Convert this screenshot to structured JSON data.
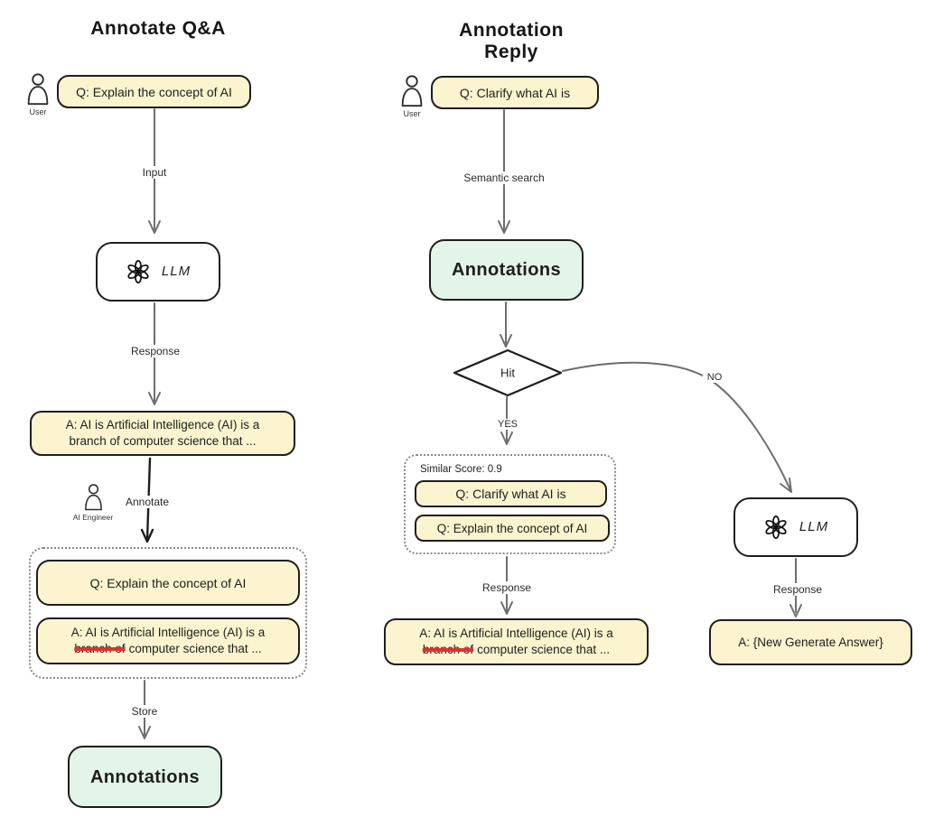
{
  "left_flow": {
    "title": "Annotate Q&A",
    "user_label": "User",
    "question_box": "Q: Explain the concept of AI",
    "input_label": "Input",
    "llm_label": "LLM",
    "response_label": "Response",
    "answer_line1": "A: AI is Artificial Intelligence (AI) is a",
    "answer_line2": "branch of computer science that ...",
    "engineer_label": "AI Engineer",
    "annotate_label": "Annotate",
    "annotated_question": "Q: Explain the concept of AI",
    "annotated_answer_line1": "A: AI is Artificial Intelligence (AI) is a",
    "annotated_answer_strike": "branch of",
    "annotated_answer_rest": "computer science that ...",
    "store_label": "Store",
    "annotations_label": "Annotations"
  },
  "right_flow": {
    "title": "Annotation Reply",
    "user_label": "User",
    "question_box": "Q: Clarify what AI is",
    "semantic_label": "Semantic search",
    "annotations_label": "Annotations",
    "hit_label": "Hit",
    "yes_label": "YES",
    "no_label": "NO",
    "similar_score_label": "Similar Score: 0.9",
    "match_question_1": "Q: Clarify what AI is",
    "match_question_2": "Q: Explain the concept of AI",
    "response_label": "Response",
    "answer_line1": "A: AI is Artificial Intelligence (AI) is a",
    "answer_strike": "branch of",
    "answer_rest": "computer science that ...",
    "llm_label": "LLM",
    "llm_response_label": "Response",
    "new_answer": "A: {New Generate Answer}"
  },
  "colors": {
    "question_fill": "#FBF4CE",
    "annotations_fill": "#E3F5E8",
    "node_stroke": "#1e1e1e",
    "arrow": "#6e6e6e",
    "strike_red": "#e03131"
  }
}
